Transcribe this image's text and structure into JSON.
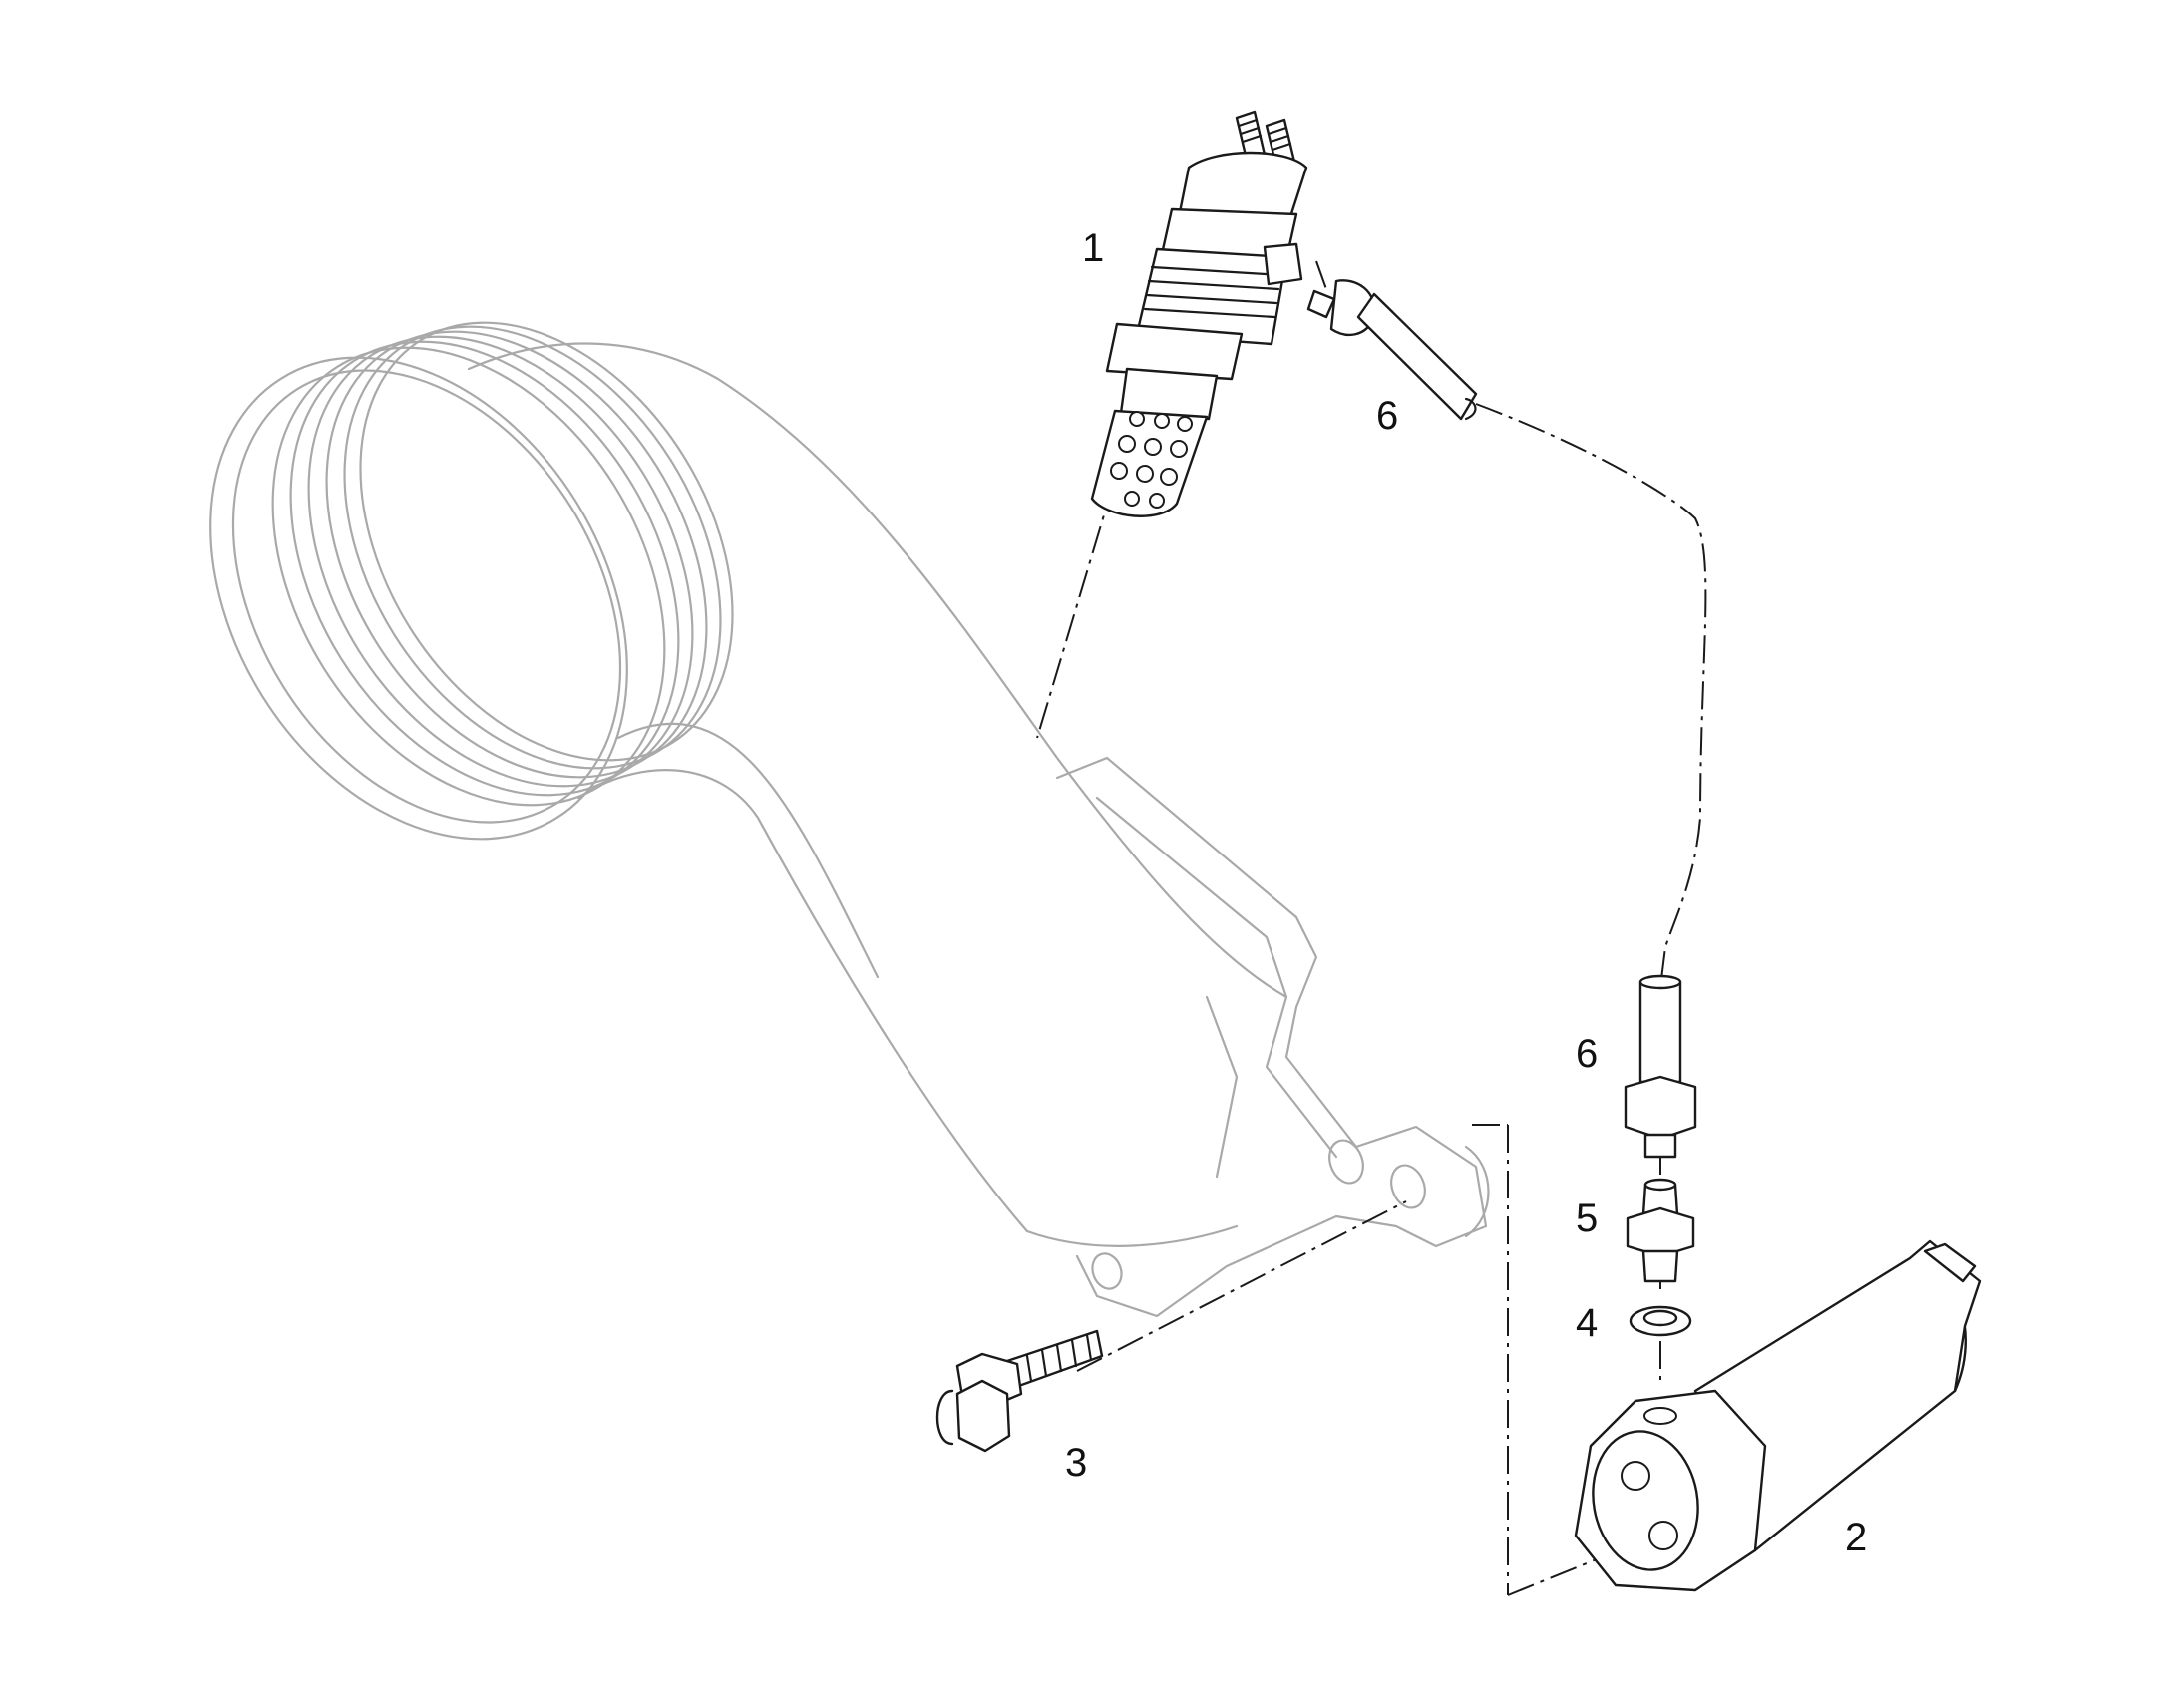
{
  "colors": {
    "background": "#ffffff",
    "ink": "#1a1a1a",
    "ghost_outline": "#a9a9a9"
  },
  "diagram": {
    "callouts": {
      "c1": "1",
      "c2": "2",
      "c3": "3",
      "c4": "4",
      "c5": "5",
      "c6_top": "6",
      "c6_side": "6"
    },
    "parts": [
      {
        "ref": "1",
        "icon": "glow-plug-sensor-icon"
      },
      {
        "ref": "2",
        "icon": "solenoid-valve-icon"
      },
      {
        "ref": "3",
        "icon": "flange-bolt-icon"
      },
      {
        "ref": "4",
        "icon": "sealing-washer-icon"
      },
      {
        "ref": "5",
        "icon": "union-fitting-icon"
      },
      {
        "ref": "6",
        "icon": "fuel-line-icon"
      }
    ]
  }
}
